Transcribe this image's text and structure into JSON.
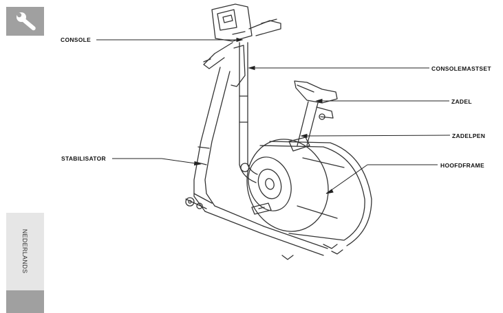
{
  "sidebar": {
    "tool_icon": "wrench-icon",
    "language": "NEDERLANDS"
  },
  "labels": {
    "console": "CONSOLE",
    "consolemastset": "CONSOLEMASTSET",
    "zadel": "ZADEL",
    "zadelpen": "ZADELPEN",
    "stabilisator": "STABILISATOR",
    "hoofdframe": "HOOFDFRAME"
  },
  "colors": {
    "tab_dark": "#a0a0a0",
    "tab_light": "#e6e6e6",
    "line": "#222222"
  }
}
